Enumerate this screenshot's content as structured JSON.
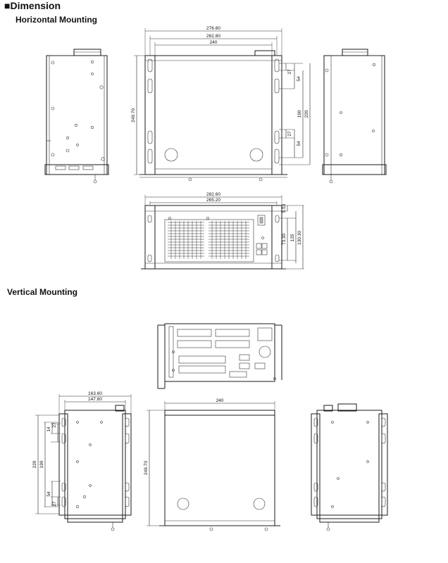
{
  "header": {
    "title_glyph": "■",
    "title": "Dimension",
    "horizontal": "Horizontal Mounting",
    "vertical": "Vertical Mounting"
  },
  "dims": {
    "d276": "276.60",
    "d262": "262.80",
    "d240a": "240",
    "d249a": "249.70",
    "d27a": "27",
    "d54a": "54",
    "d27b": "27",
    "d54b": "54",
    "d190a": "190",
    "d220a": "220",
    "d282": "282.60",
    "d265": "265.20",
    "d553": "5.53",
    "d7330": "73.30",
    "d125": "125",
    "d13030": "130.30",
    "d16360": "163.60",
    "d14780": "147.80",
    "d220b": "220",
    "d190b": "190",
    "d14v": "14",
    "d27v1": "27",
    "d54v": "54",
    "d27v2": "27",
    "d240b": "240",
    "d249b": "249.70"
  }
}
